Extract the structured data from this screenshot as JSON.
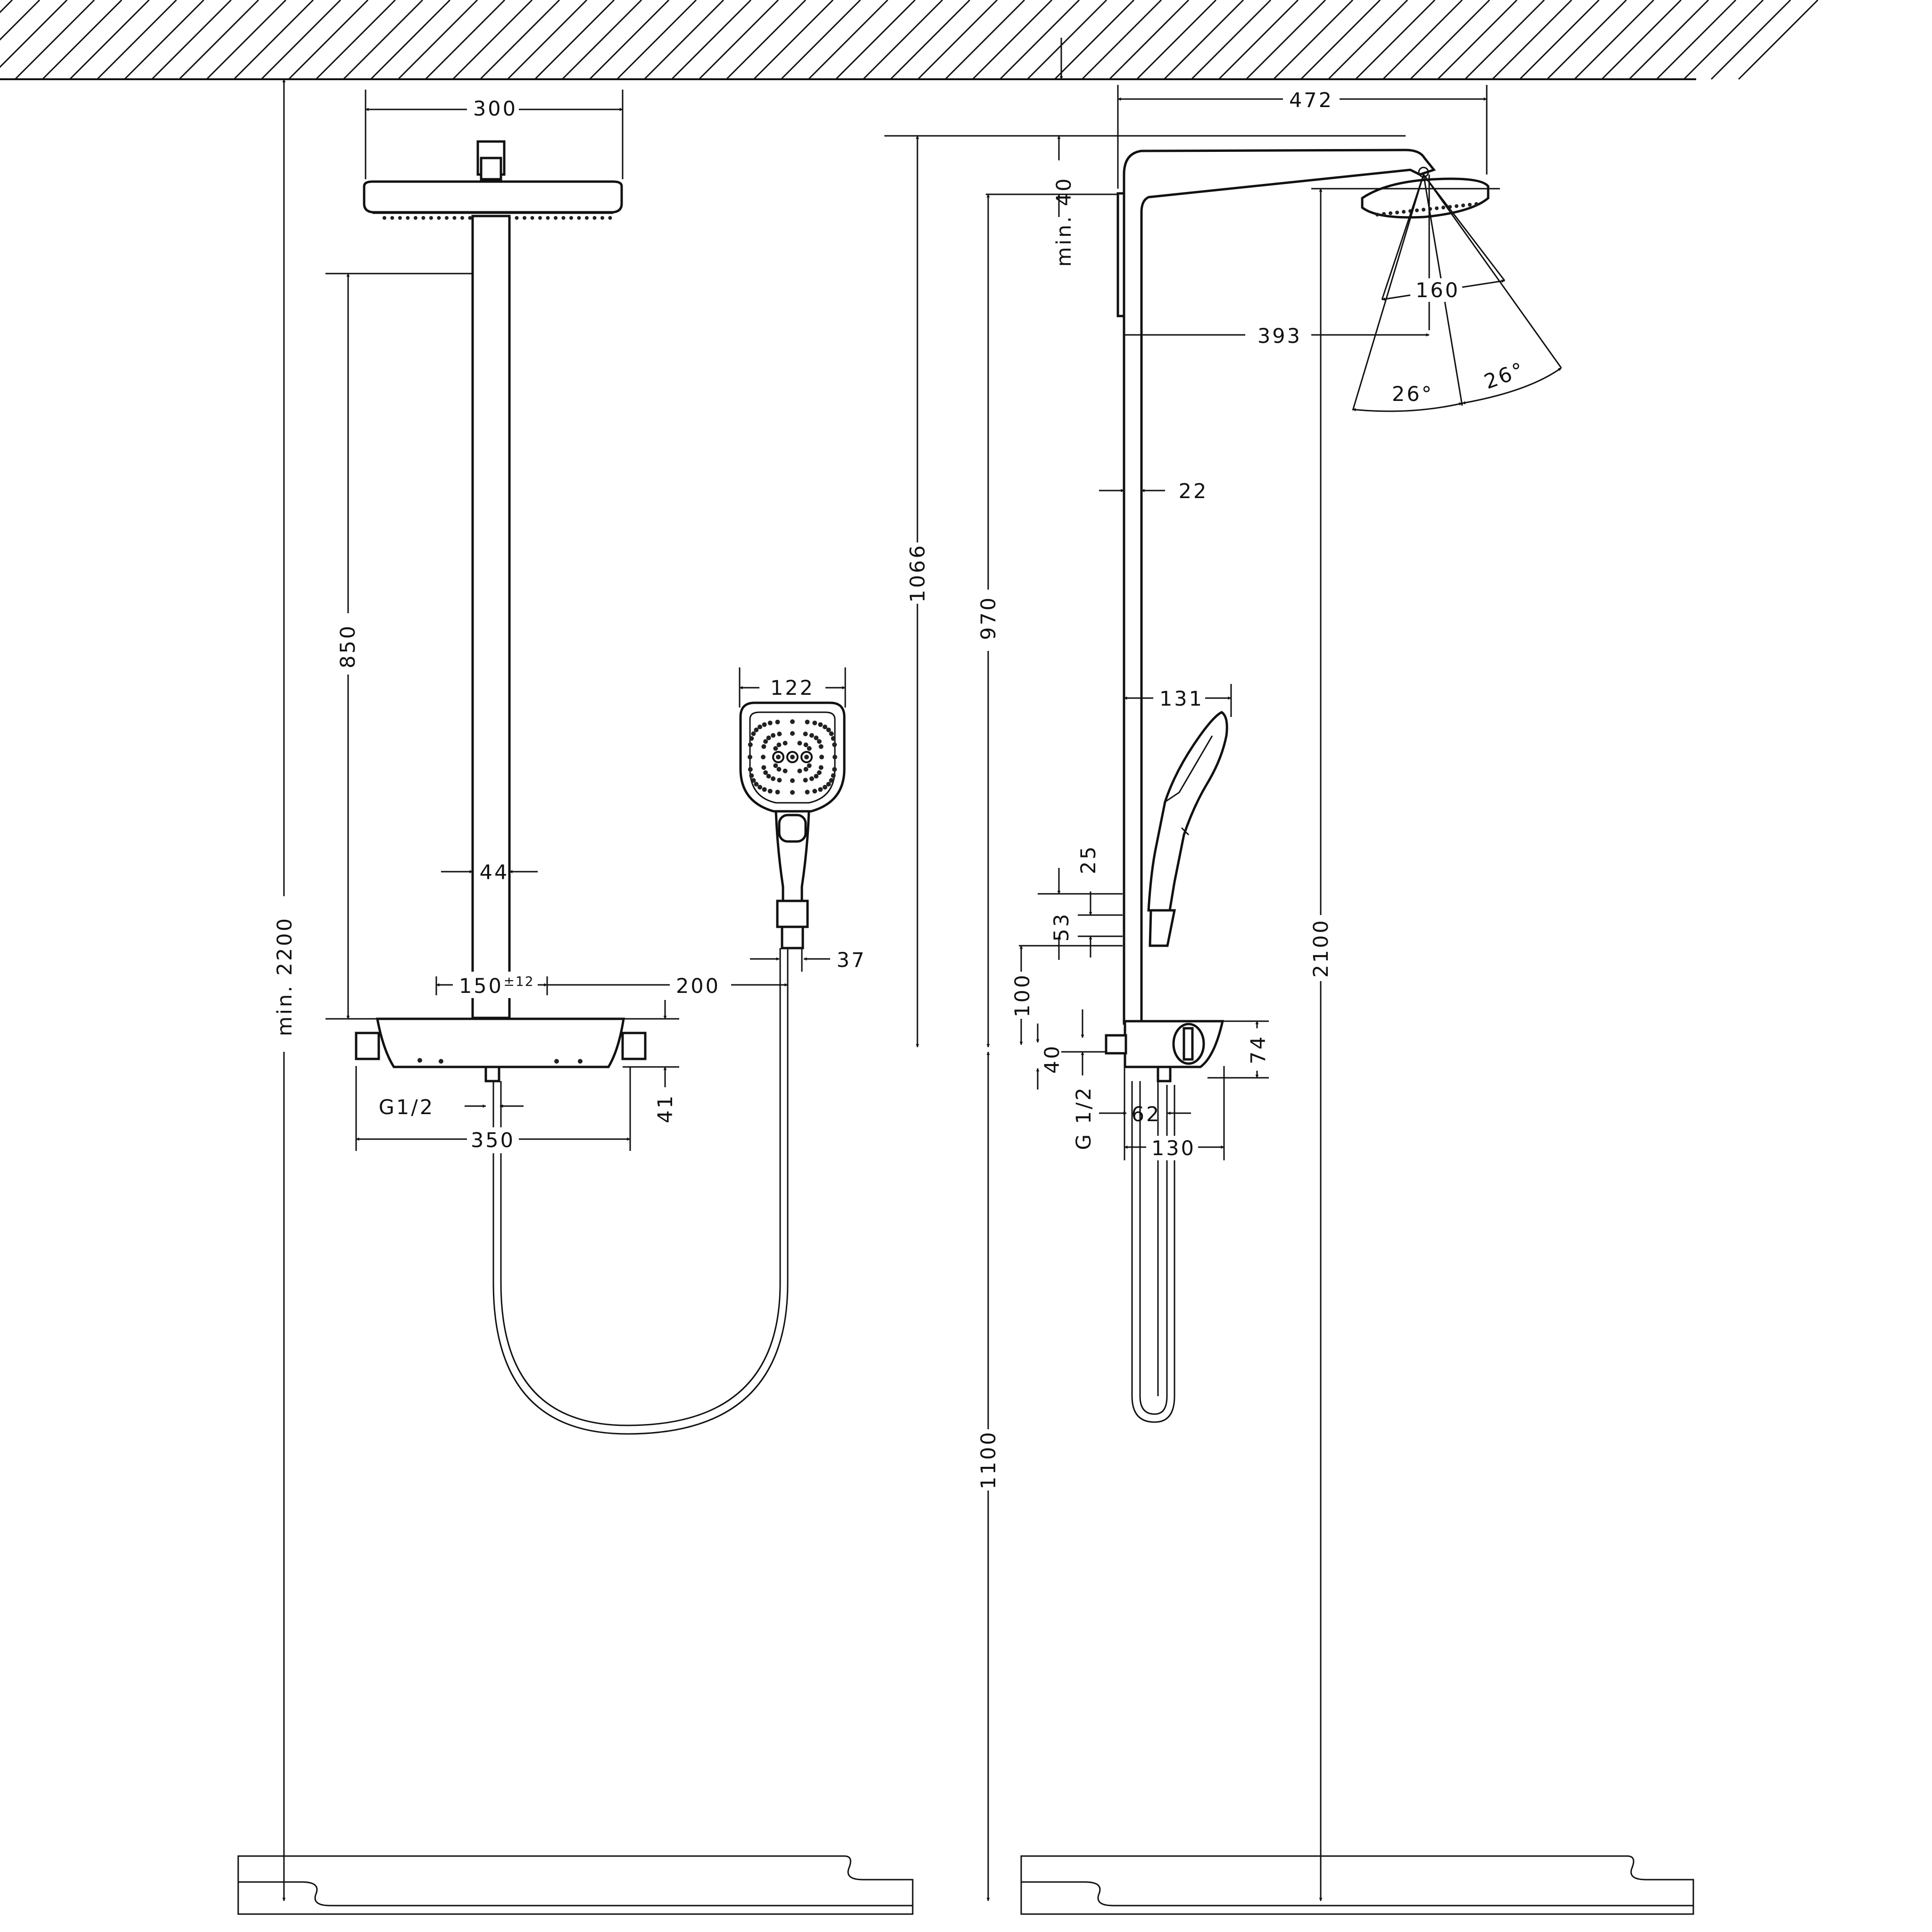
{
  "front_view": {
    "showerhead_width": "300",
    "pipe_height": "850",
    "pipe_diameter": "44",
    "total_height": "min. 2200",
    "handshower_width": "122",
    "mixer_spacing": "150",
    "mixer_spacing_tolerance": "±12",
    "hose_offset": "200",
    "holder_width": "37",
    "thread": "G1/2",
    "mixer_height": "41",
    "mixer_width": "350"
  },
  "side_view": {
    "arm_reach": "472",
    "ceiling_clearance": "min. 40",
    "arm_height": "1066",
    "head_height_from_mixer": "970",
    "head_diameter": "160",
    "head_center_offset": "393",
    "spray_angle_left": "26°",
    "spray_angle_right": "26°",
    "pipe_diameter": "22",
    "handshower_offset": "131",
    "holder_offset_1": "25",
    "holder_offset_2": "53",
    "holder_height": "100",
    "outlet_height": "40",
    "mixer_depth": "74",
    "thread": "G 1/2",
    "outlet_spacing": "62",
    "mixer_projection": "130",
    "total_height": "2100",
    "mixer_height_from_floor": "1100"
  }
}
